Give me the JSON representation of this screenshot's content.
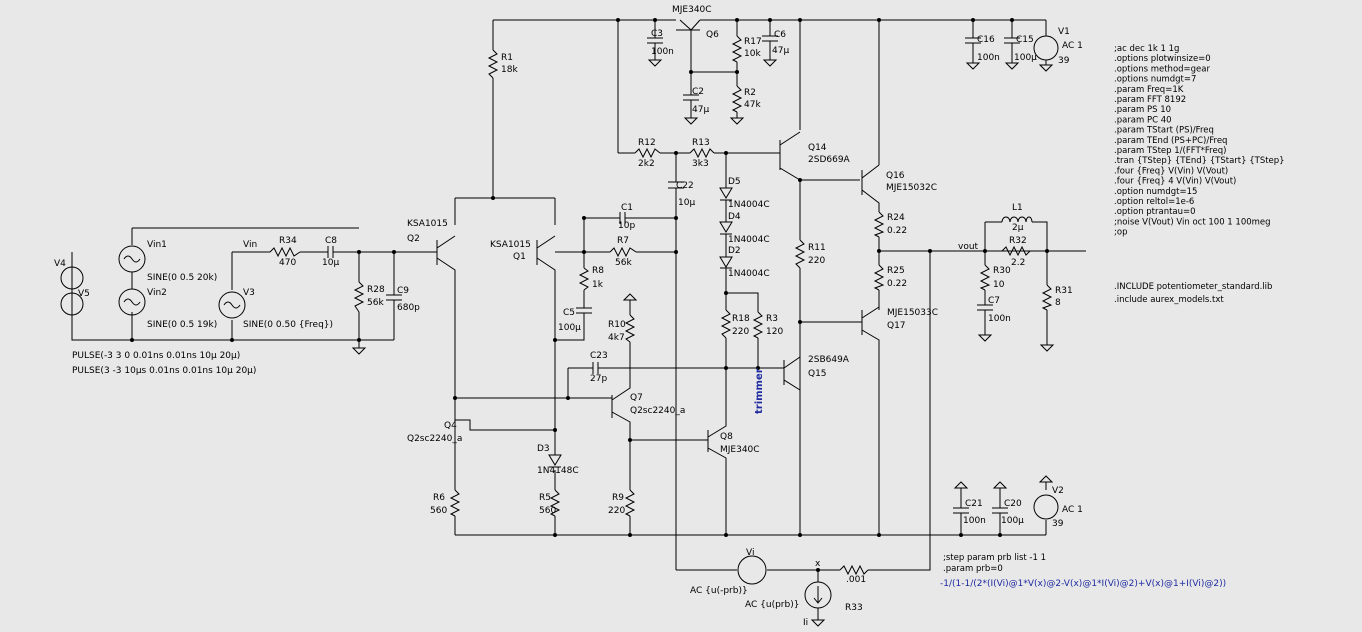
{
  "labels": [
    {
      "id": "mje340c-top",
      "text": "MJE340C"
    },
    {
      "id": "c3",
      "text": "C3"
    },
    {
      "id": "c3v",
      "text": "100n"
    },
    {
      "id": "q6",
      "text": "Q6"
    },
    {
      "id": "r17",
      "text": "R17"
    },
    {
      "id": "r17v",
      "text": "10k"
    },
    {
      "id": "c6",
      "text": "C6"
    },
    {
      "id": "c6v",
      "text": "47µ"
    },
    {
      "id": "c2",
      "text": "C2"
    },
    {
      "id": "c2v",
      "text": "47µ"
    },
    {
      "id": "r2",
      "text": "R2"
    },
    {
      "id": "r2v",
      "text": "47k"
    },
    {
      "id": "r1",
      "text": "R1"
    },
    {
      "id": "r1v",
      "text": "18k"
    },
    {
      "id": "r12",
      "text": "R12"
    },
    {
      "id": "r12v",
      "text": "2k2"
    },
    {
      "id": "r13",
      "text": "R13"
    },
    {
      "id": "r13v",
      "text": "3k3"
    },
    {
      "id": "q14",
      "text": "Q14"
    },
    {
      "id": "q14t",
      "text": "2SD669A"
    },
    {
      "id": "c16",
      "text": "C16"
    },
    {
      "id": "c16v",
      "text": "100n"
    },
    {
      "id": "c15",
      "text": "C15"
    },
    {
      "id": "c15v",
      "text": "100µ"
    },
    {
      "id": "v1",
      "text": "V1"
    },
    {
      "id": "v1ac",
      "text": "AC 1"
    },
    {
      "id": "v1v",
      "text": "39"
    },
    {
      "id": "c22",
      "text": "C22"
    },
    {
      "id": "c22v",
      "text": "10µ"
    },
    {
      "id": "d5",
      "text": "D5"
    },
    {
      "id": "d5t",
      "text": "1N4004C"
    },
    {
      "id": "d4",
      "text": "D4"
    },
    {
      "id": "d4t",
      "text": "1N4004C"
    },
    {
      "id": "d2",
      "text": "D2"
    },
    {
      "id": "d2t",
      "text": "1N4004C"
    },
    {
      "id": "q16",
      "text": "Q16"
    },
    {
      "id": "q16t",
      "text": "MJE15032C"
    },
    {
      "id": "r24",
      "text": "R24"
    },
    {
      "id": "r24v",
      "text": "0.22"
    },
    {
      "id": "r25",
      "text": "R25"
    },
    {
      "id": "r25v",
      "text": "0.22"
    },
    {
      "id": "q17t",
      "text": "MJE15033C"
    },
    {
      "id": "q17",
      "text": "Q17"
    },
    {
      "id": "r11",
      "text": "R11"
    },
    {
      "id": "r11v",
      "text": "220"
    },
    {
      "id": "c1",
      "text": "C1"
    },
    {
      "id": "c1v",
      "text": "10p"
    },
    {
      "id": "r7",
      "text": "R7"
    },
    {
      "id": "r7v",
      "text": "56k"
    },
    {
      "id": "r8",
      "text": "R8"
    },
    {
      "id": "r8v",
      "text": "1k"
    },
    {
      "id": "c5",
      "text": "C5"
    },
    {
      "id": "c5v",
      "text": "100µ"
    },
    {
      "id": "q2t",
      "text": "KSA1015"
    },
    {
      "id": "q2",
      "text": "Q2"
    },
    {
      "id": "q1t",
      "text": "KSA1015"
    },
    {
      "id": "q1",
      "text": "Q1"
    },
    {
      "id": "vin1",
      "text": "Vin1"
    },
    {
      "id": "vin1s",
      "text": "SINE(0 0.5 20k)"
    },
    {
      "id": "vin2",
      "text": "Vin2"
    },
    {
      "id": "vin2s",
      "text": "SINE(0 0.5 19k)"
    },
    {
      "id": "v4",
      "text": "V4"
    },
    {
      "id": "v5",
      "text": "V5"
    },
    {
      "id": "vin",
      "text": "Vin"
    },
    {
      "id": "r34",
      "text": "R34"
    },
    {
      "id": "r34v",
      "text": "470"
    },
    {
      "id": "c8",
      "text": "C8"
    },
    {
      "id": "c8v",
      "text": "10µ"
    },
    {
      "id": "v3",
      "text": "V3"
    },
    {
      "id": "v3s",
      "text": "SINE(0 0.50 {Freq})"
    },
    {
      "id": "r28",
      "text": "R28"
    },
    {
      "id": "r28v",
      "text": "56k"
    },
    {
      "id": "c9",
      "text": "C9"
    },
    {
      "id": "c9v",
      "text": "680p"
    },
    {
      "id": "pulse1",
      "text": "PULSE(-3 3 0 0.01ns 0.01ns 10µ 20µ)"
    },
    {
      "id": "pulse2",
      "text": "PULSE(3 -3 10µs 0.01ns 0.01ns 10µ 20µ)"
    },
    {
      "id": "r10",
      "text": "R10"
    },
    {
      "id": "r10v",
      "text": "4k7"
    },
    {
      "id": "c23",
      "text": "C23"
    },
    {
      "id": "c23v",
      "text": "27p"
    },
    {
      "id": "q7",
      "text": "Q7"
    },
    {
      "id": "q7t",
      "text": "Q2sc2240_a"
    },
    {
      "id": "q4",
      "text": "Q4"
    },
    {
      "id": "q4t",
      "text": "Q2sc2240_a"
    },
    {
      "id": "d3",
      "text": "D3"
    },
    {
      "id": "d3t",
      "text": "1N4148C"
    },
    {
      "id": "q8",
      "text": "Q8"
    },
    {
      "id": "q8t",
      "text": "MJE340C"
    },
    {
      "id": "r18",
      "text": "R18"
    },
    {
      "id": "r18v",
      "text": "220"
    },
    {
      "id": "r3",
      "text": "R3"
    },
    {
      "id": "r3v",
      "text": "120"
    },
    {
      "id": "q15t",
      "text": "2SB649A"
    },
    {
      "id": "q15",
      "text": "Q15"
    },
    {
      "id": "r6",
      "text": "R6"
    },
    {
      "id": "r6v",
      "text": "560"
    },
    {
      "id": "r5",
      "text": "R5"
    },
    {
      "id": "r5v",
      "text": "560"
    },
    {
      "id": "r9",
      "text": "R9"
    },
    {
      "id": "r9v",
      "text": "220"
    },
    {
      "id": "l1",
      "text": "L1"
    },
    {
      "id": "l1v",
      "text": "2µ"
    },
    {
      "id": "vout",
      "text": "vout"
    },
    {
      "id": "r32",
      "text": "R32"
    },
    {
      "id": "r32v",
      "text": "2.2"
    },
    {
      "id": "r30",
      "text": "R30"
    },
    {
      "id": "r30v",
      "text": "10"
    },
    {
      "id": "c7",
      "text": "C7"
    },
    {
      "id": "c7v",
      "text": "100n"
    },
    {
      "id": "r31",
      "text": "R31"
    },
    {
      "id": "r31v",
      "text": "8"
    },
    {
      "id": "c21",
      "text": "C21"
    },
    {
      "id": "c21v",
      "text": "100n"
    },
    {
      "id": "c20",
      "text": "C20"
    },
    {
      "id": "c20v",
      "text": "100µ"
    },
    {
      "id": "v2",
      "text": "V2"
    },
    {
      "id": "v2ac",
      "text": "AC 1"
    },
    {
      "id": "v2v",
      "text": "39"
    },
    {
      "id": "vi",
      "text": "Vi"
    },
    {
      "id": "x",
      "text": "x"
    },
    {
      "id": "r33v",
      "text": ".001"
    },
    {
      "id": "r33",
      "text": "R33"
    },
    {
      "id": "viac",
      "text": "AC {u(-prb)}"
    },
    {
      "id": "iiac",
      "text": "AC {u(prb)}"
    },
    {
      "id": "ii",
      "text": "Ii"
    }
  ],
  "directives": [
    ";ac dec 1k 1 1g",
    ".options plotwinsize=0",
    ".options method=gear",
    ".options numdgt=7",
    ".param Freq=1K",
    ".param FFT 8192",
    ".param PS 10",
    ".param PC 40",
    ".param TStart (PS)/Freq",
    ".param TEnd (PS+PC)/Freq",
    ".param TStep 1/(FFT*Freq)",
    ".tran {TStep} {TEnd} {TStart} {TStep}",
    ".four {Freq} V(Vin) V(Vout)",
    ".four {Freq} 4 V(Vin) V(Vout)",
    ".option numdgt=15",
    ".option reltol=1e-6",
    ".option ptrantau=0",
    ";noise V(Vout) Vin oct 100 1 100meg",
    ";op"
  ],
  "include_directives": [
    ".INCLUDE potentiometer_standard.lib",
    ".include aurex_models.txt"
  ],
  "step_directives": [
    ";step param prb list -1 1",
    ".param prb=0"
  ],
  "expression": "-1/(1-1/(2*(I(Vi)@1*V(x)@2-V(x)@1*I(Vi)@2)+V(x)@1+I(Vi)@2))",
  "trimmer": "trimmer"
}
